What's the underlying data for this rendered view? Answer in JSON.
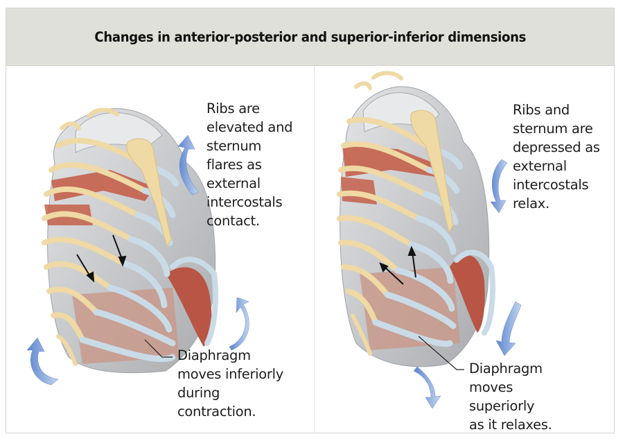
{
  "figure": {
    "title": "Changes in anterior-posterior and superior-inferior dimensions",
    "colors": {
      "header_bg": "#dfe0d9",
      "bone": "#efd9a4",
      "cartilage": "#c9dbe6",
      "muscle": "#c4604a",
      "diaphragm": "#c99a8c",
      "lung": "#c8c9cb",
      "arrow_blue": "#6f96d6"
    },
    "panels": [
      {
        "id": "inspiration",
        "rib_label": "Ribs are\nelevated and\nsternum\nflares as\nexternal\nintercostals\ncontact.",
        "diaphragm_label": "Diaphragm\nmoves inferiorly\nduring\ncontraction.",
        "motion": "up"
      },
      {
        "id": "expiration",
        "rib_label": "Ribs and\nsternum are\ndepressed as\nexternal\nintercostals\nrelax.",
        "diaphragm_label": "Diaphragm\nmoves\nsuperiorly\nas it relaxes.",
        "motion": "down"
      }
    ]
  }
}
